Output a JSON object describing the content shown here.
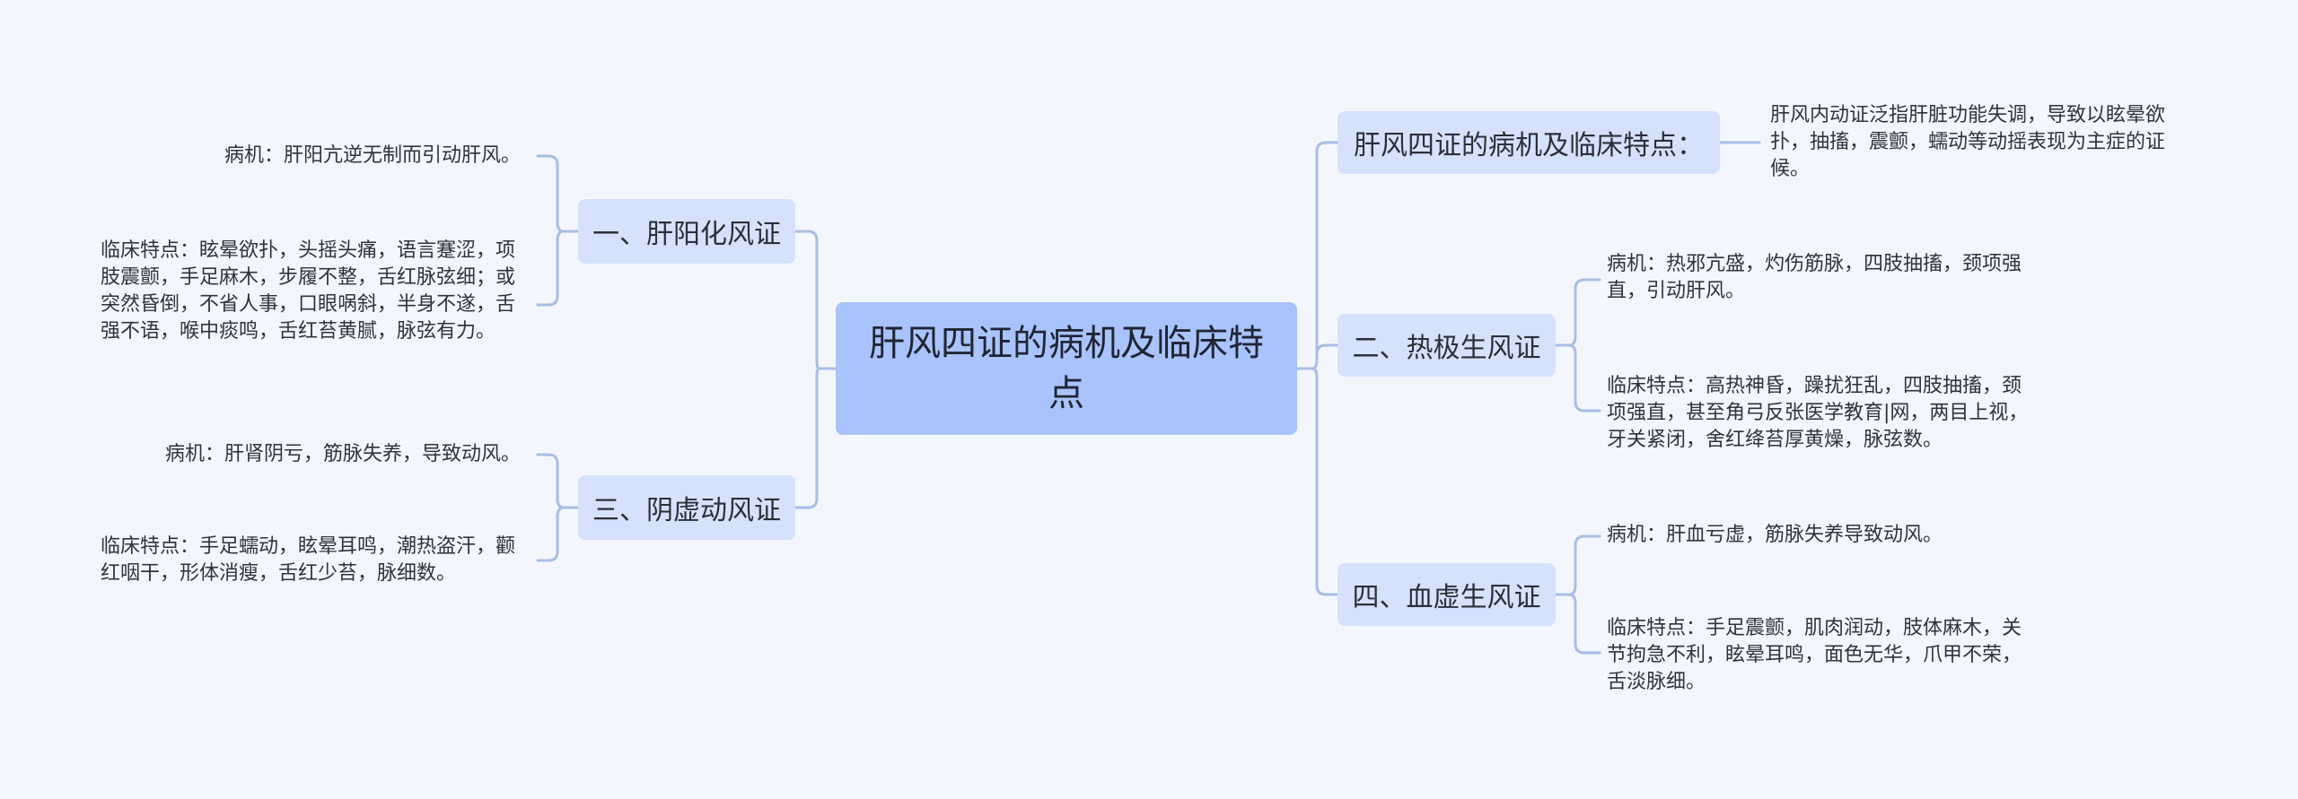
{
  "root": {
    "title": "肝风四证的病机及临床特点"
  },
  "colors": {
    "background": "#f3f6fc",
    "root_fill": "#a9c3fc",
    "branch_fill": "#d6e2fd",
    "edge": "#a9bde6"
  },
  "branches": [
    {
      "label": "一、肝阳化风证",
      "leaves": [
        "病机：肝阳亢逆无制而引动肝风。",
        "临床特点：眩晕欲扑，头摇头痛，语言蹇涩，项肢震颤，手足麻木，步履不整，舌红脉弦细；或突然昏倒，不省人事，口眼㖞斜，半身不遂，舌强不语，喉中痰鸣，舌红苔黄腻，脉弦有力。"
      ]
    },
    {
      "label": "三、阴虚动风证",
      "leaves": [
        "病机：肝肾阴亏，筋脉失养，导致动风。",
        "临床特点：手足蠕动，眩晕耳鸣，潮热盗汗，颧红咽干，形体消瘦，舌红少苔，脉细数。"
      ]
    },
    {
      "label": "肝风四证的病机及临床特点：",
      "leaves": [
        "肝风内动证泛指肝脏功能失调，导致以眩晕欲扑，抽搐，震颤，蠕动等动摇表现为主症的证候。"
      ]
    },
    {
      "label": "二、热极生风证",
      "leaves": [
        "病机：热邪亢盛，灼伤筋脉，四肢抽搐，颈项强直，引动肝风。",
        "临床特点：高热神昏，躁扰狂乱，四肢抽搐，颈项强直，甚至角弓反张医学教育|网，两目上视，牙关紧闭，舍红绛苔厚黄燥，脉弦数。"
      ]
    },
    {
      "label": "四、血虚生风证",
      "leaves": [
        "病机：肝血亏虚，筋脉失养导致动风。",
        "临床特点：手足震颤，肌肉润动，肢体麻木，关节拘急不利，眩晕耳鸣，面色无华，爪甲不荣，舌淡脉细。"
      ]
    }
  ]
}
